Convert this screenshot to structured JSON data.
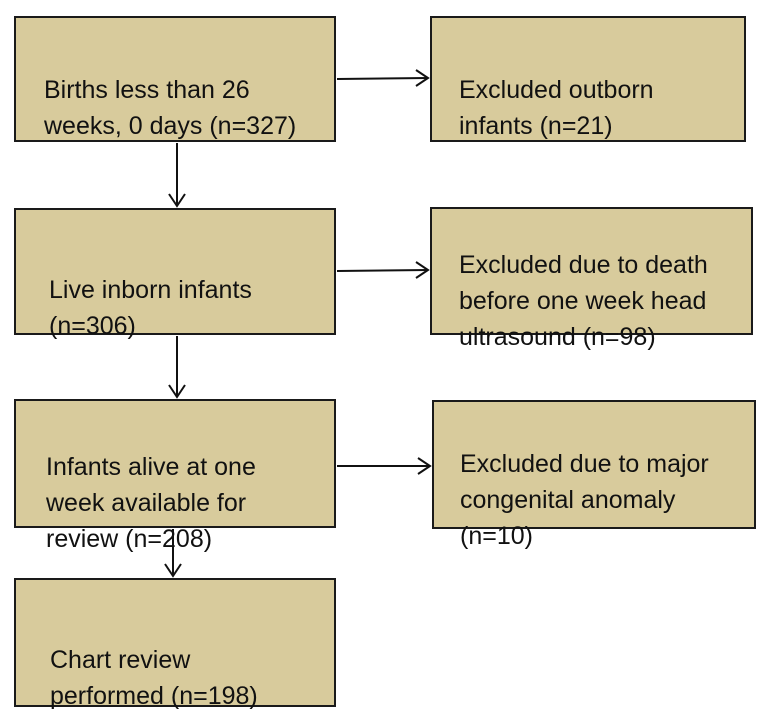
{
  "boxes": {
    "births": "Births less than 26\nweeks, 0 days (n=327)",
    "excluded_outborn": "Excluded outborn\ninfants  (n=21)",
    "live_inborn": "Live inborn infants\n(n=306)",
    "excluded_death": "Excluded due to death\nbefore one week head\nultrasound (n=98)",
    "alive_one_week": "Infants alive at one\nweek available for\nreview (n=208)",
    "excluded_anomaly": "Excluded due to major\ncongenital anomaly\n(n=10)",
    "chart_review": "Chart review\nperformed (n=198)"
  },
  "colors": {
    "box_fill": "#d8cb9c",
    "border": "#1a1a1a",
    "arrow": "#111111"
  }
}
